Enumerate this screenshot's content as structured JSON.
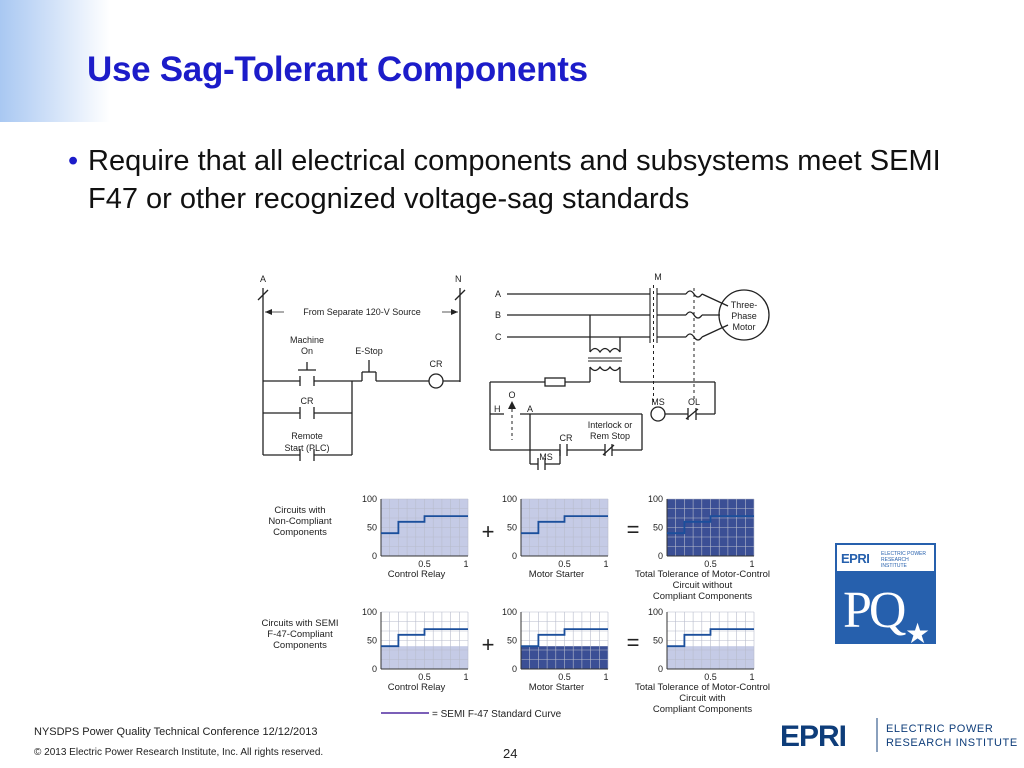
{
  "slide": {
    "title": "Use Sag-Tolerant Components",
    "bullet_symbol": "•",
    "bullet": "Require that all electrical components and subsystems meet SEMI F47 or other recognized voltage-sag standards"
  },
  "schematic": {
    "control_labels": {
      "a": "A",
      "n": "N",
      "source": "From Separate 120-V Source",
      "machine_on_1": "Machine",
      "machine_on_2": "On",
      "estop": "E-Stop",
      "cr_coil": "CR",
      "cr_contact": "CR",
      "remote_1": "Remote",
      "remote_2": "Start (PLC)"
    },
    "power_labels": {
      "m": "M",
      "phase_a": "A",
      "phase_b": "B",
      "phase_c": "C",
      "motor_1": "Three-",
      "motor_2": "Phase",
      "motor_3": "Motor",
      "o": "O",
      "h": "H",
      "a2": "A",
      "ms_coil": "MS",
      "ol": "OL",
      "interlock_1": "Interlock or",
      "interlock_2": "Rem Stop",
      "cr": "CR",
      "ms": "MS"
    }
  },
  "tolerance": {
    "rows": [
      {
        "label_lines": [
          "Circuits with",
          "Non-Compliant",
          "Components"
        ],
        "plots": [
          {
            "caption": [
              "Control Relay"
            ],
            "shade_level": 100,
            "dark": false
          },
          {
            "caption": [
              "Motor Starter"
            ],
            "shade_level": 100,
            "dark": false
          },
          {
            "caption": [
              "Total Tolerance of Motor-Control",
              "Circuit without",
              "Compliant Components"
            ],
            "shade_level": 100,
            "dark": true
          }
        ]
      },
      {
        "label_lines": [
          "Circuits with SEMI",
          "F-47-Compliant",
          "Components"
        ],
        "plots": [
          {
            "caption": [
              "Control Relay"
            ],
            "shade_level": 40,
            "dark": false
          },
          {
            "caption": [
              "Motor Starter"
            ],
            "shade_level": 40,
            "dark": true
          },
          {
            "caption": [
              "Total Tolerance of Motor-Control",
              "Circuit with",
              "Compliant Components"
            ],
            "shade_level": 40,
            "dark": false
          }
        ]
      }
    ],
    "y_ticks": [
      "100",
      "50",
      "0"
    ],
    "x_ticks": [
      "0.5",
      "1"
    ],
    "plus": "+",
    "equals": "=",
    "legend": "= SEMI F-47 Standard Curve",
    "colors": {
      "curve": "#1b4f9c",
      "light_fill": "#c5cbe6",
      "dark_fill": "#3b4f95",
      "grid": "#b8bccc",
      "legend_line": "#7b5fb8"
    }
  },
  "footer": {
    "conference": "NYSDPS Power Quality Technical Conference  12/12/2013",
    "copyright": "© 2013 Electric Power Research Institute, Inc. All rights reserved.",
    "page": "24"
  },
  "logos": {
    "pq": {
      "top": "EPRI",
      "top_sub": "ELECTRIC POWER RESEARCH INSTITUTE",
      "mark": "PQ",
      "star": "★"
    },
    "epri": {
      "word": "EPRI",
      "line1": "ELECTRIC POWER",
      "line2": "RESEARCH INSTITUTE"
    }
  }
}
